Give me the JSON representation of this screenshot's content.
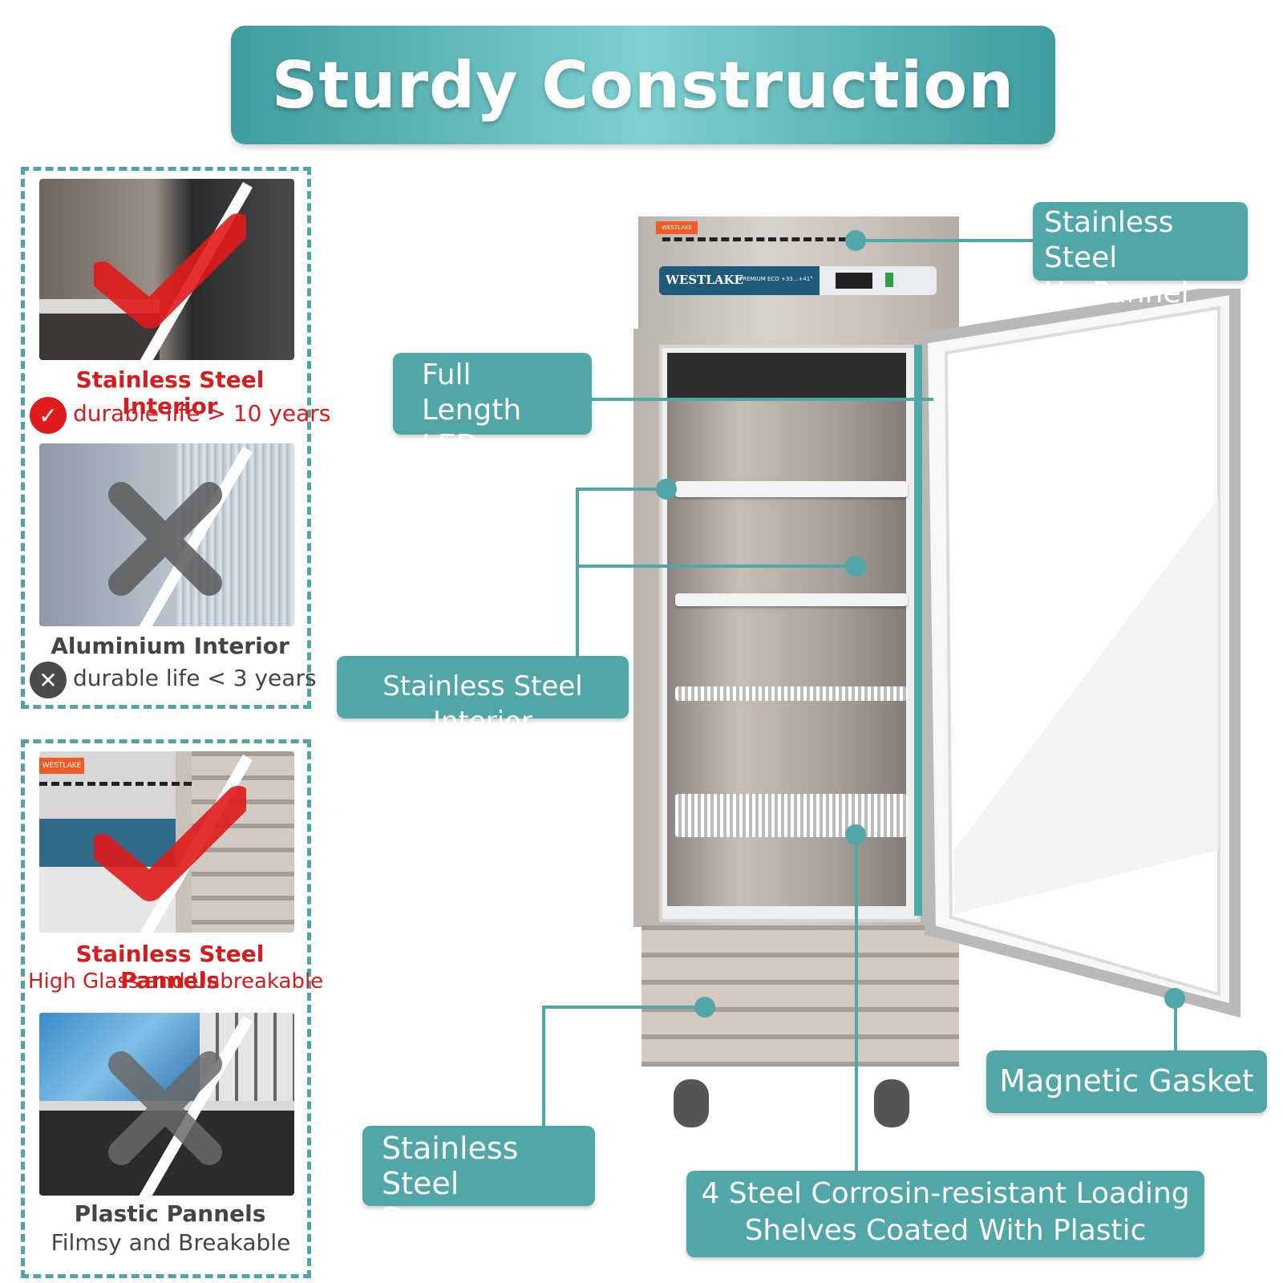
{
  "title": "Sturdy Construction",
  "panels": {
    "good_interior": {
      "title": "Stainless Steel Interior",
      "subtitle": "durable life > 10 years"
    },
    "bad_interior": {
      "title": "Aluminium Interior",
      "subtitle": "durable life < 3 years"
    },
    "good_panels": {
      "title": "Stainless Steel Pannels",
      "subtitle": "High Glass and Unbreakable",
      "brand": "WESTLAKE"
    },
    "bad_panels": {
      "title": "Plastic Pannels",
      "subtitle": "Filmsy and Breakable"
    }
  },
  "fridge": {
    "brand": "WESTLAKE",
    "model_text": "PREMIUM ECO +33...+41°",
    "logo_text": "WESTLAKE"
  },
  "callouts": {
    "up_panel": [
      "Stainless Steel",
      "Up Pannel"
    ],
    "led": [
      "Full Length",
      "LED Lights"
    ],
    "interior": "Stainless Steel Interior",
    "gasket": "Magnetic Gasket",
    "down_panel": [
      "Stainless Steel",
      "Down Pannel"
    ],
    "shelves": [
      "4 Steel Corrosin-resistant Loading",
      "Shelves Coated With Plastic"
    ]
  },
  "colors": {
    "accent": "#51a6a7",
    "good": "#e01b1b",
    "bad": "#4a4a4a"
  }
}
